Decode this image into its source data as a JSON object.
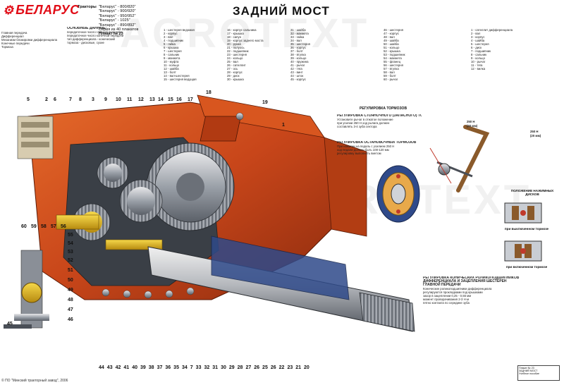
{
  "brand": {
    "logo_text": "БЕЛАРУС"
  },
  "tractors_label": "Тракторы",
  "tractor_models": [
    "\"Беларус\" - 800/820\"",
    "\"Беларус\" - 900/920\"",
    "\"Беларус\" - 950/952\"",
    "\"Беларус\" - 1025\"",
    "\"Беларус\" - 890/892\""
  ],
  "series_note": "Серия из 40 плакатов",
  "poster_no": "Плакат № 23",
  "title": "ЗАДНИЙ МОСТ",
  "legend_left": [
    "Главная передача",
    "Дифференциал",
    "Механизм блокировки дифференциала",
    "Конечные передачи",
    "Тормоза"
  ],
  "main_data_heading": "ОСНОВНЫЕ ДАННЫЕ:",
  "main_data": [
    "передаточное число главной передачи",
    "передаточное число конечной передачи",
    "тип дифференциала - конический",
    "тормоза - дисковые, сухие"
  ],
  "legend_col1": [
    "1 - шестерня ведомая",
    "2 - корпус",
    "3 - вал",
    "4 - подшипник",
    "5 - гайка",
    "6 - крышка",
    "7 - шестерня",
    "8 - сальник",
    "9 - манжета",
    "10 - муфта",
    "11 - кольцо",
    "12 - шайба",
    "13 - болт",
    "14 - вал-шестерня",
    "15 - шестерня ведущая"
  ],
  "legend_col2": [
    "16 - корпус сальника",
    "17 - крышка",
    "18 - сапун",
    "19 - корпус заднего моста",
    "20 - рукав",
    "21 - полуось",
    "22 - подшипник",
    "23 - шестерня",
    "24 - кольцо",
    "25 - вал",
    "26 - сателлит",
    "27 - ось",
    "28 - корпус",
    "29 - диск",
    "30 - крышка"
  ],
  "legend_col3": [
    "31 - шайба",
    "32 - манжета",
    "33 - гайка",
    "34 - вал",
    "35 - шестерня",
    "36 - корпус",
    "37 - болт",
    "38 - втулка",
    "39 - кольцо",
    "40 - пружина",
    "41 - рычаг",
    "42 - тяга",
    "43 - винт",
    "44 - шток",
    "45 - корпус"
  ],
  "legend_col4": [
    "46 - шестерня",
    "47 - корпус",
    "48 - вал",
    "49 - шайба",
    "50 - шайба",
    "51 - кольцо",
    "52 - крышка",
    "53 - подшипник",
    "54 - манжета",
    "55 - фланец",
    "56 - шестерня",
    "57 - втулка",
    "58 - вал",
    "59 - болт",
    "60 - рычаг"
  ],
  "legend_col5": [
    "1 - сателлит дифференциала",
    "2 - вал",
    "3 - корпус",
    "4 - шайба",
    "5 - шестерня",
    "6 - диск",
    "7 - подшипник",
    "8 - сальник",
    "9 - кольцо",
    "10 - рычаг",
    "11 - тяга",
    "12 - вилка"
  ],
  "brakes_heading": "РЕГУЛИРОВКА ТОРМОЗОВ",
  "parking_brake_heading": "РЕГУЛИРОВКА СТОЯНОЧНОГО (ЗАПАСНОГО) ТОРМОЗА",
  "service_brake_heading": "РЕГУЛИРОВКА ОСТАНОВОЧНЫХ ТОРМОЗОВ",
  "parking_brake_text": [
    "Установите рычаг в отжатое положение",
    "при усилии 250 Н ход рычага должен",
    "составлять 3-4 зуба сектора"
  ],
  "service_brake_text": [
    "При нажатии на педаль с усилием 250 Н",
    "ход педали должен быть 100-120 мм",
    "регулировку выполнять винтом"
  ],
  "dim_250n_a": "250 Н",
  "dim_250n_b": "250 Н",
  "dim_20mm_a": "(20 мм)",
  "dim_20mm_b": "(20 мм)",
  "discs_heading": "ПОЛОЖЕНИЕ НАЖИМНЫХ ДИСКОВ",
  "discs_off": "при выключенном тормозе",
  "discs_on": "при включенном тормозе",
  "bearing_heading": "РЕГУЛИРОВКА КОНИЧЕСКИХ РОЛИКОПОДШИПНИКОВ ДИФФЕРЕНЦИАЛА И ЗАЦЕПЛЕНИЯ ШЕСТЕРЕН ГЛАВНОЙ ПЕРЕДАЧИ",
  "bearing_text": [
    "Конические роликоподшипники дифференциала",
    "регулируются прокладками под крышками",
    "зазор в зацеплении 0,25 - 0,55 мм",
    "момент проворачивания 2-3 Н·м",
    "пятно контакта по середине зуба"
  ],
  "part_numbers_bottom": [
    "44",
    "43",
    "42",
    "41",
    "40",
    "39",
    "38",
    "37",
    "36",
    "35",
    "34",
    "7",
    "33",
    "32",
    "31",
    "30",
    "29",
    "28",
    "27",
    "26",
    "25",
    "26",
    "22",
    "23",
    "21",
    "20"
  ],
  "part_numbers_left": [
    "60",
    "59",
    "58",
    "57",
    "56",
    "55",
    "54",
    "53",
    "52",
    "51",
    "50",
    "49",
    "48",
    "47",
    "46",
    "45"
  ],
  "part_numbers_top": [
    "5",
    "2",
    "6",
    "7",
    "8",
    "3",
    "9",
    "10",
    "11",
    "12",
    "13",
    "14",
    "15",
    "16",
    "17",
    "18",
    "19",
    "1"
  ],
  "footer_text": "© ПО \"Минский тракторный завод\", 2006",
  "stamp_text": [
    "Плакат № 23",
    "ЗАДНИЙ МОСТ",
    "Учебное пособие"
  ]
}
